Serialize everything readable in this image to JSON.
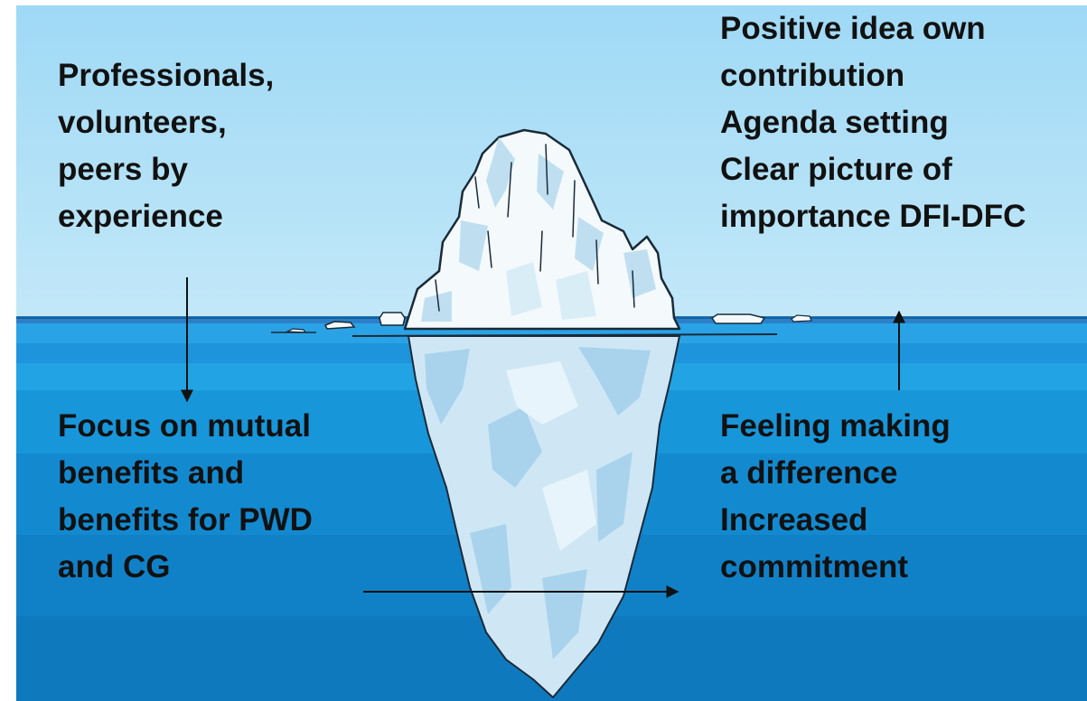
{
  "diagram": {
    "top_left_lines": [
      "Professionals,",
      "volunteers,",
      "peers by",
      "experience"
    ],
    "top_right_lines": [
      "Positive idea own",
      "contribution",
      "Agenda setting",
      "Clear picture of",
      "importance DFI-DFC"
    ],
    "bottom_left_lines": [
      "Focus on mutual",
      "benefits and",
      "benefits for PWD",
      "and CG"
    ],
    "bottom_right_lines": [
      "Feeling making",
      "a difference",
      "Increased",
      "commitment"
    ]
  },
  "colors": {
    "sky_top": "#9fd9f6",
    "sky_bottom": "#c3e8f8",
    "water_top": "#1f9be0",
    "water_bottom": "#0f79be",
    "ice_light": "#f4f9fc",
    "ice_shadow": "#a9d3ec",
    "ice_outline": "#1a2a38",
    "arrow": "#111111"
  }
}
